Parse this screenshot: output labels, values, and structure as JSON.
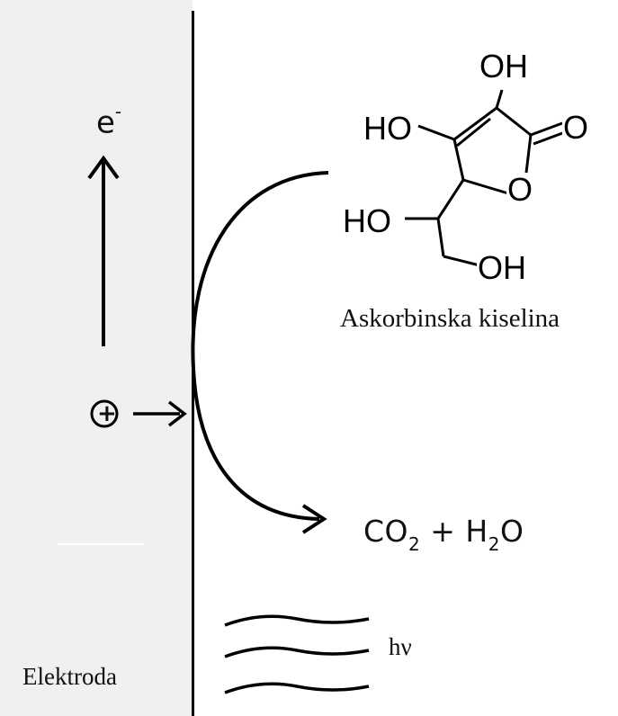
{
  "labels": {
    "electrode": "Elektroda",
    "ascorbic_acid": "Askorbinska kiselina",
    "photon": "hν",
    "electron": "e",
    "electron_charge": "-",
    "hole": "+",
    "products": {
      "co": "CO",
      "co_sub": "2",
      "plus": " + H",
      "h_sub": "2",
      "o": "O"
    }
  },
  "molecule": {
    "atoms": {
      "oh_top": "OH",
      "ho_left": "HO",
      "ring_o_carbonyl": "O",
      "ring_o": "O",
      "ho_side": "HO",
      "oh_bottom": "OH"
    }
  },
  "colors": {
    "electrode_fill": "#f0f0f0",
    "line": "#000000",
    "background": "#ffffff"
  }
}
